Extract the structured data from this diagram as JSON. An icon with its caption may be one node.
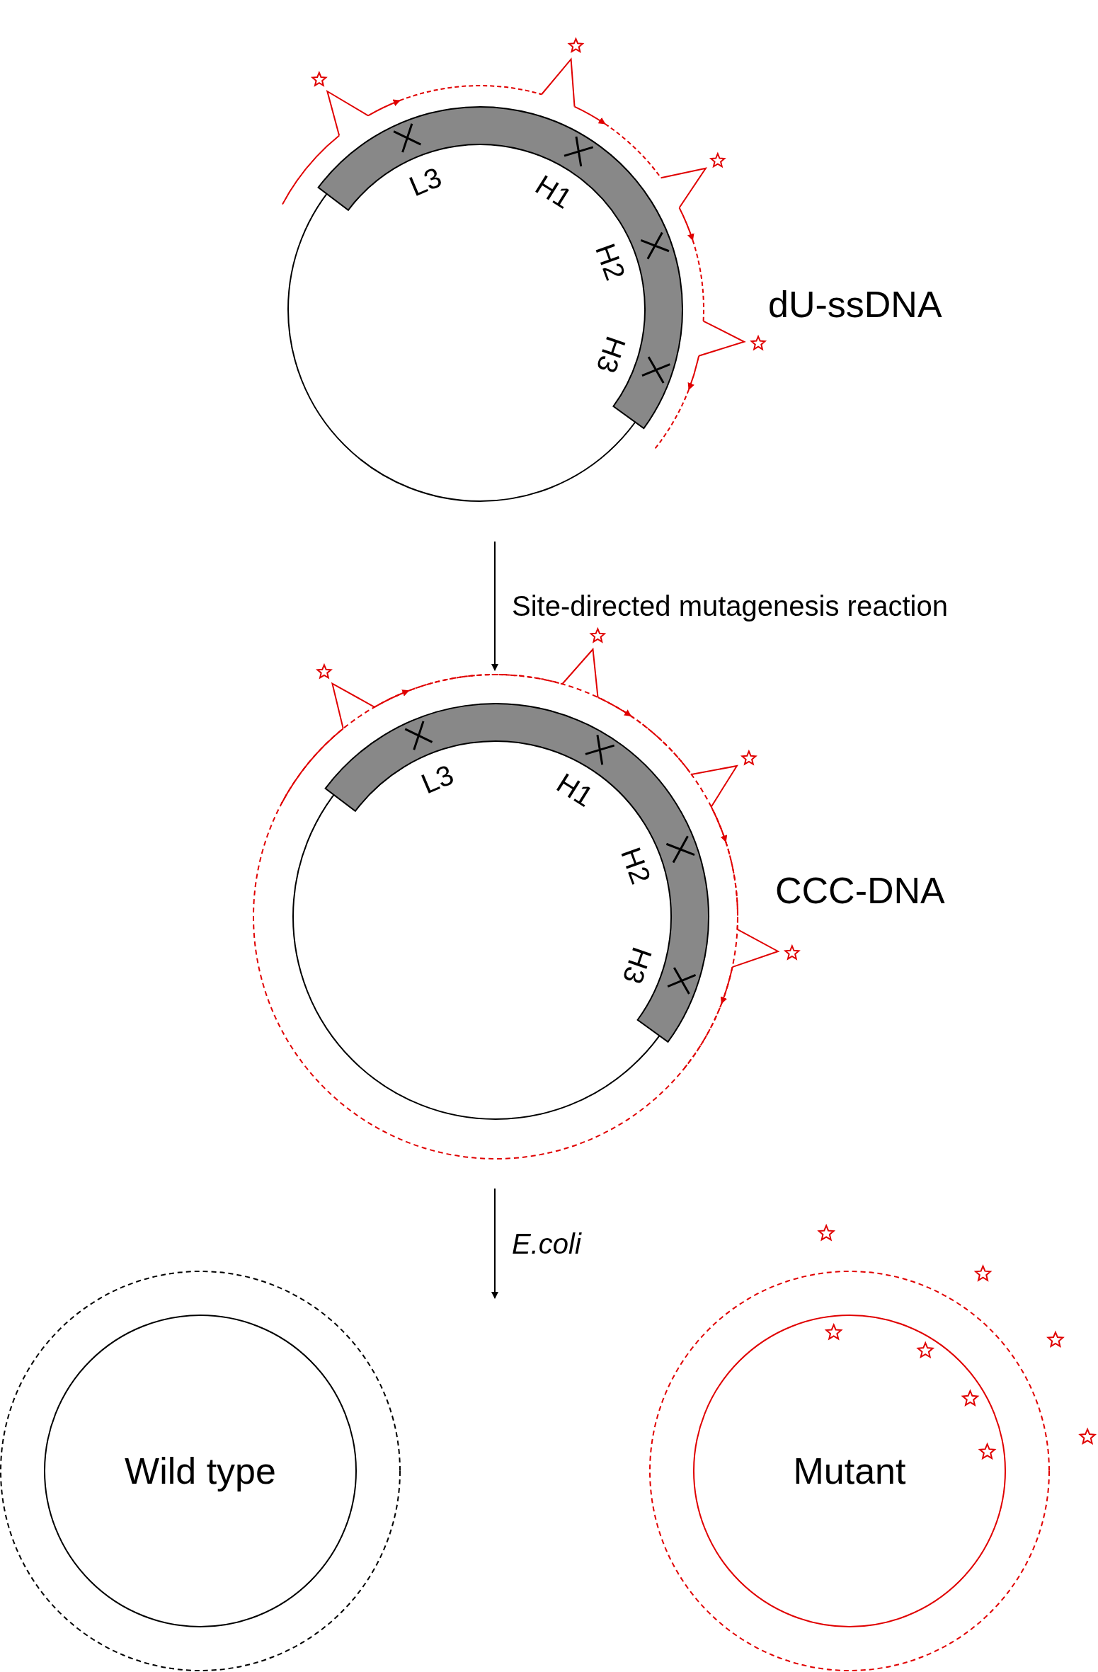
{
  "diagram": {
    "nodes": [
      {
        "text": [],
        "shape": "circle",
        "beside": [
          "dU-ssDNA"
        ]
      },
      {
        "text": [],
        "shape": "circle",
        "beside": [
          "CCC-DNA"
        ]
      },
      {
        "text": [
          "Wild type"
        ]
      },
      {
        "text": [
          "Mutant"
        ]
      }
    ],
    "edges": [
      {
        "from": 0,
        "to": 1,
        "arrow": "to",
        "label": "Site-directed mutagenesis reaction"
      },
      {
        "from": 1,
        "to": null,
        "arrow": "to",
        "label": "E.coli"
      }
    ],
    "labels": [
      "L3",
      "H1",
      "H2",
      "H3",
      "L3",
      "H1",
      "H2",
      "H3"
    ]
  }
}
